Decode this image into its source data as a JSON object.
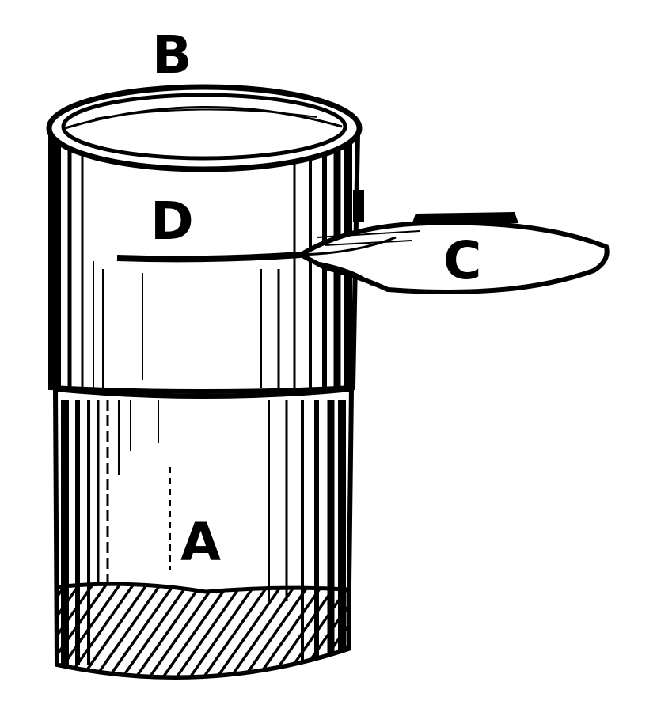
{
  "figure": {
    "labels": {
      "a": "A",
      "b": "B",
      "c": "C",
      "d": "D"
    },
    "colors": {
      "ink": "#000000",
      "paper": "#ffffff"
    }
  }
}
